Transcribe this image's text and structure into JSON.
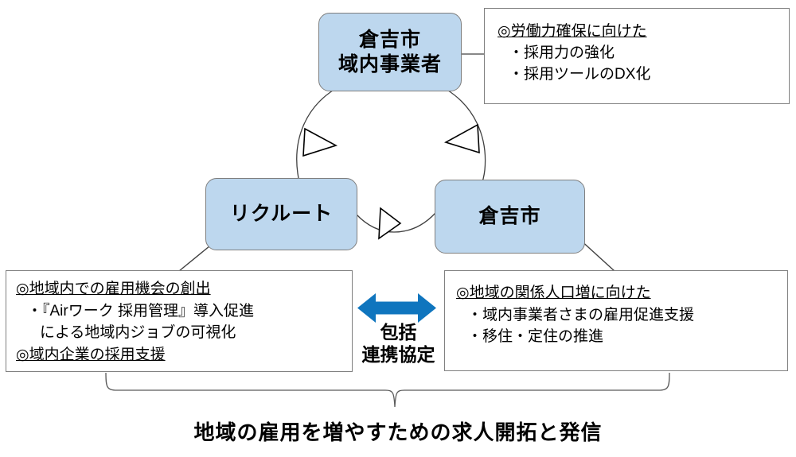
{
  "diagram": {
    "title_caption": "地域の雇用を増やすための求人開拓と発信",
    "colors": {
      "node_fill": "#bdd7ee",
      "node_border": "#7f7f7f",
      "box_border": "#808080",
      "arrow_blue": "#0f75be",
      "connector": "#404040",
      "text": "#000000"
    },
    "nodes": [
      {
        "id": "top",
        "lines": [
          "倉吉市",
          "域内事業者"
        ]
      },
      {
        "id": "left",
        "lines": [
          "リクルート"
        ]
      },
      {
        "id": "right",
        "lines": [
          "倉吉市"
        ]
      }
    ],
    "info_boxes": {
      "top_right": {
        "heading": "◎労働力確保に向けた",
        "items": [
          "・採用力の強化",
          "・採用ツールのDX化"
        ]
      },
      "bottom_left": {
        "heading1": "◎地域内での雇用機会の創出",
        "item1": "・『Airワーク 採用管理』導入促進",
        "item1_cont": "による地域内ジョブの可視化",
        "heading2": "◎域内企業の採用支援"
      },
      "bottom_right": {
        "heading": "◎地域の関係人口増に向けた",
        "items": [
          "・域内事業者さまの雇用促進支援",
          "・移住・定住の推進"
        ]
      }
    },
    "agreement": {
      "arrow": "double-headed-horizontal-arrow",
      "label_line1": "包括",
      "label_line2": "連携協定"
    },
    "cycle_arrows": [
      {
        "from": "top",
        "to": "left",
        "icon": "open-triangle-arrowhead"
      },
      {
        "from": "left",
        "to": "right",
        "icon": "open-triangle-arrowhead"
      },
      {
        "from": "right",
        "to": "top",
        "icon": "open-triangle-arrowhead"
      }
    ]
  }
}
